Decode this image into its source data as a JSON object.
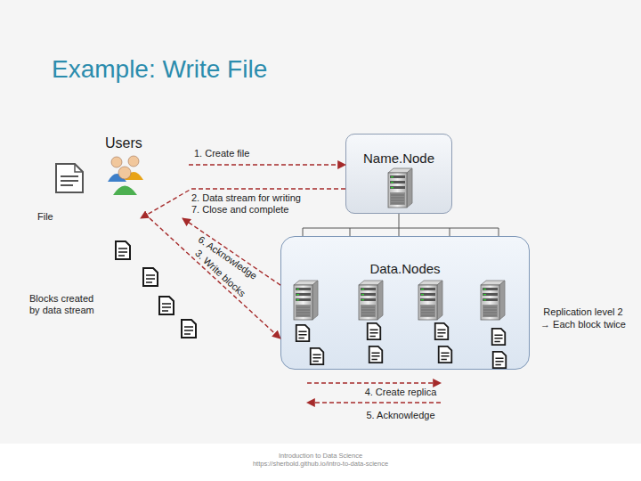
{
  "diagram": {
    "title": "Example: Write File",
    "nodes": [
      {
        "text": [
          "Users"
        ]
      },
      {
        "text": [
          "Name.Node"
        ]
      },
      {
        "text": [
          "Data.Nodes"
        ]
      }
    ],
    "edges": [
      {
        "from": 0,
        "to": 1,
        "arrow": "to",
        "label": "1. Create file"
      },
      {
        "from": 1,
        "to": 0,
        "arrow": "to",
        "label": "2. Data stream for writing 7. Close and complete"
      },
      {
        "from": 0,
        "to": 2,
        "arrow": "to",
        "label": "3. Write blocks"
      },
      {
        "from": 2,
        "to": 0,
        "arrow": "to",
        "label": "6. Acknowledge"
      }
    ],
    "labels": [
      "File",
      "Blocks created by data stream",
      "Replication level 2",
      "→ Each block twice",
      "4. Create replica",
      "5. Acknowledge",
      "Introduction to Data Science",
      "https://sherbold.github.io/intro-to-data-science"
    ]
  }
}
